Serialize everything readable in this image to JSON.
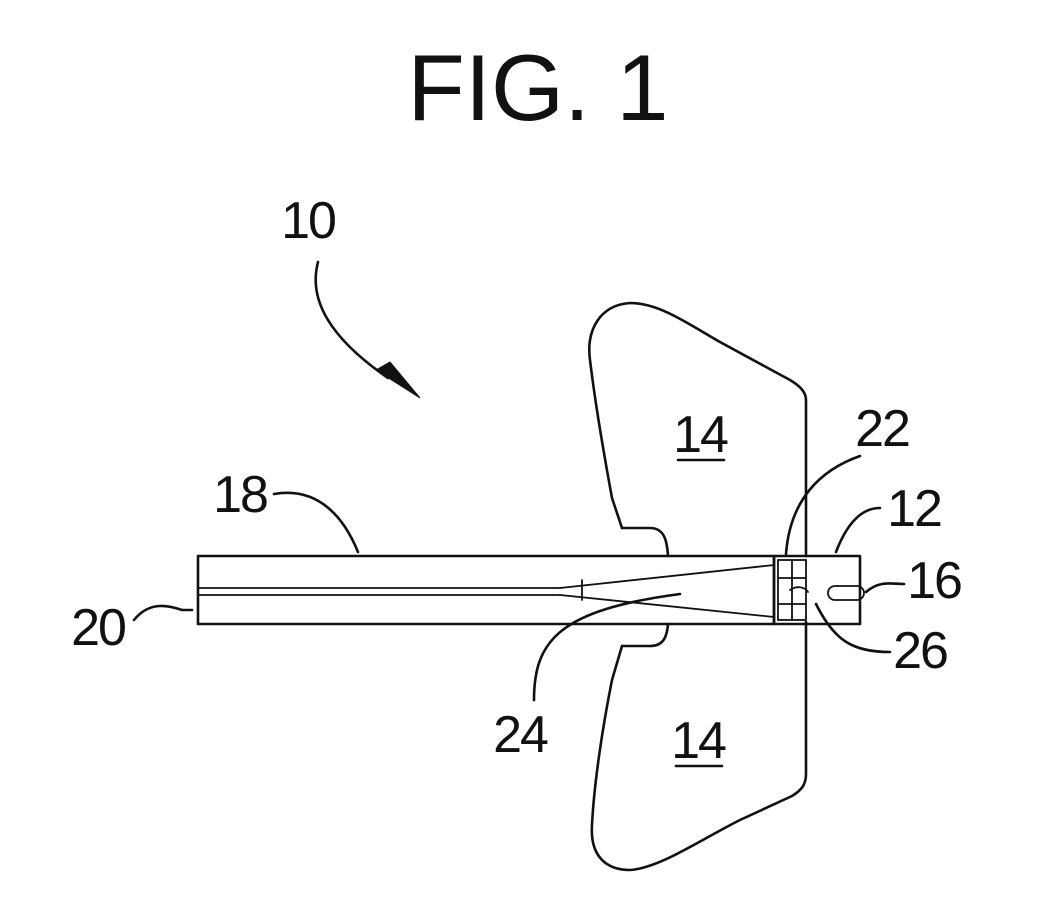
{
  "figure": {
    "title": "FIG. 1",
    "labels": {
      "device": "10",
      "hub": "12",
      "wing_upper": "14",
      "wing_lower": "14",
      "port": "16",
      "tube": "18",
      "tip": "20",
      "chamber": "22",
      "channel": "24",
      "valve": "26"
    }
  }
}
